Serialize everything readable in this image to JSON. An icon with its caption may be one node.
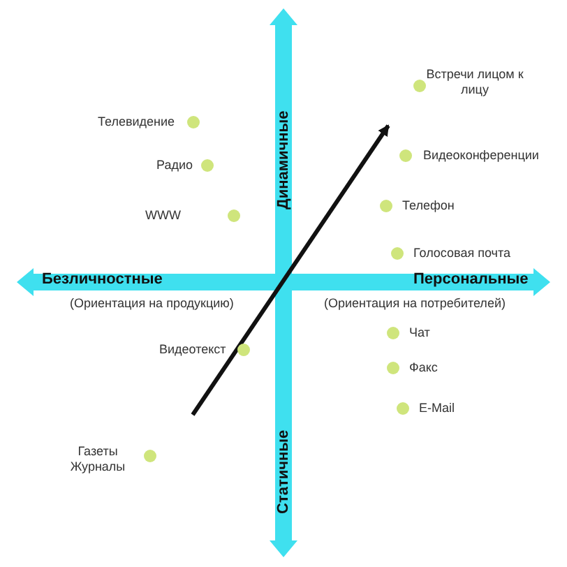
{
  "diagram": {
    "labels": [
      "Динамичные",
      "Встречи лицом к лицу",
      "Телевидение",
      "Видеоконференции",
      "Радио",
      "WWW",
      "Телефон",
      "Голосовая почта",
      "Безличностные",
      "Персональные",
      "(Ориентация на продукцию)",
      "(Ориентация на потребителей)",
      "Видеотекст",
      "Чат",
      "Факс",
      "E-Mail",
      "Газеты Журналы",
      "Статичные"
    ]
  }
}
